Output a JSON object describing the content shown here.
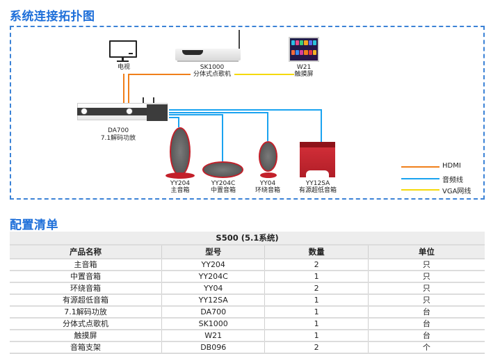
{
  "sections": {
    "topology_title": "系统连接拓扑图",
    "config_title": "配置清单"
  },
  "devices": {
    "tv": {
      "model": "",
      "name": "电视"
    },
    "sk1000": {
      "model": "SK1000",
      "name": "分体式点歌机"
    },
    "w21": {
      "model": "W21",
      "name": "触摸屏"
    },
    "da700": {
      "model": "DA700",
      "name": "7.1解码功放"
    },
    "yy204": {
      "model": "YY204",
      "name": "主音箱"
    },
    "yy204c": {
      "model": "YY204C",
      "name": "中置音箱"
    },
    "yy04": {
      "model": "YY04",
      "name": "环绕音箱"
    },
    "yy12sa": {
      "model": "YY12SA",
      "name": "有源超低音箱"
    }
  },
  "legend": [
    {
      "label": "HDMI",
      "color": "#f07f1a"
    },
    {
      "label": "音频线",
      "color": "#1aa3f0"
    },
    {
      "label": "VGA网线",
      "color": "#f5d90a"
    }
  ],
  "table": {
    "title": "S500 (5.1系统)",
    "headers": [
      "产品名称",
      "型号",
      "数量",
      "单位"
    ],
    "rows": [
      [
        "主音箱",
        "YY204",
        "2",
        "只"
      ],
      [
        "中置音箱",
        "YY204C",
        "1",
        "只"
      ],
      [
        "环绕音箱",
        "YY04",
        "2",
        "只"
      ],
      [
        "有源超低音箱",
        "YY12SA",
        "1",
        "只"
      ],
      [
        "7.1解码功放",
        "DA700",
        "1",
        "台"
      ],
      [
        "分体式点歌机",
        "SK1000",
        "1",
        "台"
      ],
      [
        "触摸屏",
        "W21",
        "1",
        "台"
      ],
      [
        "音箱支架",
        "DB096",
        "2",
        "个"
      ]
    ]
  },
  "colors": {
    "accent": "#1e6fd9",
    "border_dashed": "#3b82d6",
    "speaker_red": "#c3202a"
  }
}
